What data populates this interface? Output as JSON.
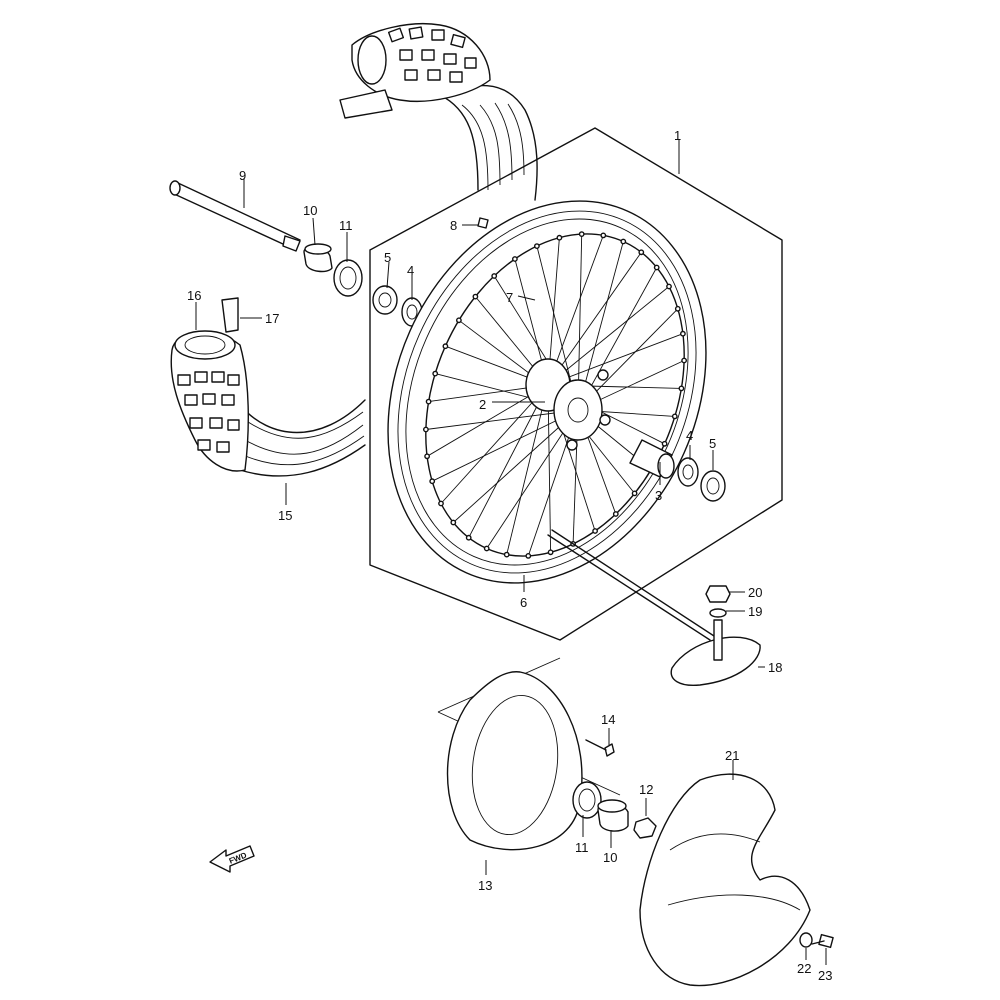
{
  "callouts": {
    "c1": "1",
    "c2": "2",
    "c3": "3",
    "c4a": "4",
    "c4b": "4",
    "c5a": "5",
    "c5b": "5",
    "c6": "6",
    "c7": "7",
    "c8": "8",
    "c9": "9",
    "c10a": "10",
    "c10b": "10",
    "c11a": "11",
    "c11b": "11",
    "c12": "12",
    "c13": "13",
    "c14": "14",
    "c15": "15",
    "c16": "16",
    "c17": "17",
    "c18": "18",
    "c19": "19",
    "c20": "20",
    "c21": "21",
    "c22": "22",
    "c23": "23"
  },
  "direction_badge": "FWD"
}
